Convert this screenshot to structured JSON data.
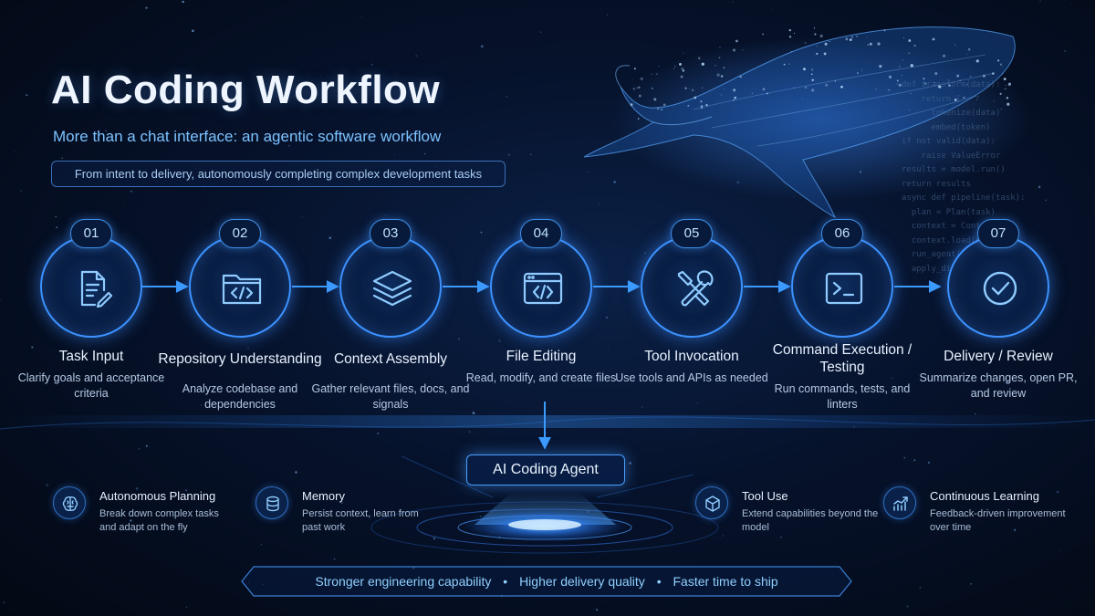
{
  "header": {
    "title": "AI Coding Workflow",
    "subtitle": "More than a chat interface: an agentic software workflow",
    "tagline": "From intent to delivery, autonomously completing complex development tasks"
  },
  "code_background": [
    "def transform(data):",
    "    return [",
    "      tokenize(data)",
    "      embed(token)",
    "if not valid(data):",
    "    raise ValueError",
    "results = model.run()",
    "return results",
    "async def pipeline(task):",
    "  plan = Plan(task)",
    "  context = Context()",
    "  context.load(plan)",
    "  run_agent(context)",
    "  apply_diff(patch)"
  ],
  "steps": [
    {
      "number": "01",
      "name": "Task Input",
      "desc": "Clarify goals and acceptance criteria",
      "icon": "document-edit-icon"
    },
    {
      "number": "02",
      "name": "Repository Understanding",
      "desc": "Analyze codebase and dependencies",
      "icon": "code-folder-icon"
    },
    {
      "number": "03",
      "name": "Context Assembly",
      "desc": "Gather relevant files, docs, and signals",
      "icon": "layers-icon"
    },
    {
      "number": "04",
      "name": "File Editing",
      "desc": "Read, modify, and create files",
      "icon": "code-window-icon"
    },
    {
      "number": "05",
      "name": "Tool Invocation",
      "desc": "Use tools and APIs as needed",
      "icon": "tools-icon"
    },
    {
      "number": "06",
      "name": "Command Execution / Testing",
      "desc": "Run commands, tests, and linters",
      "icon": "terminal-icon"
    },
    {
      "number": "07",
      "name": "Delivery / Review",
      "desc": "Summarize changes, open PR, and review",
      "icon": "check-circle-icon"
    }
  ],
  "agent": {
    "label": "AI Coding Agent"
  },
  "features": [
    {
      "title": "Autonomous Planning",
      "desc": "Break down complex tasks and adapt on the fly",
      "icon": "brain-icon"
    },
    {
      "title": "Memory",
      "desc": "Persist context, learn from past work",
      "icon": "database-icon"
    },
    {
      "title": "Tool Use",
      "desc": "Extend capabilities beyond the model",
      "icon": "cube-icon"
    },
    {
      "title": "Continuous Learning",
      "desc": "Feedback-driven improvement over time",
      "icon": "growth-chart-icon"
    }
  ],
  "banner": {
    "item1": "Stronger engineering capability",
    "item2": "Higher delivery quality",
    "item3": "Faster time to ship",
    "separator": "•"
  },
  "colors": {
    "background": "#06122b",
    "accent": "#3c92ff",
    "subtitle": "#7cc2ff",
    "text": "#e6f0ff"
  }
}
